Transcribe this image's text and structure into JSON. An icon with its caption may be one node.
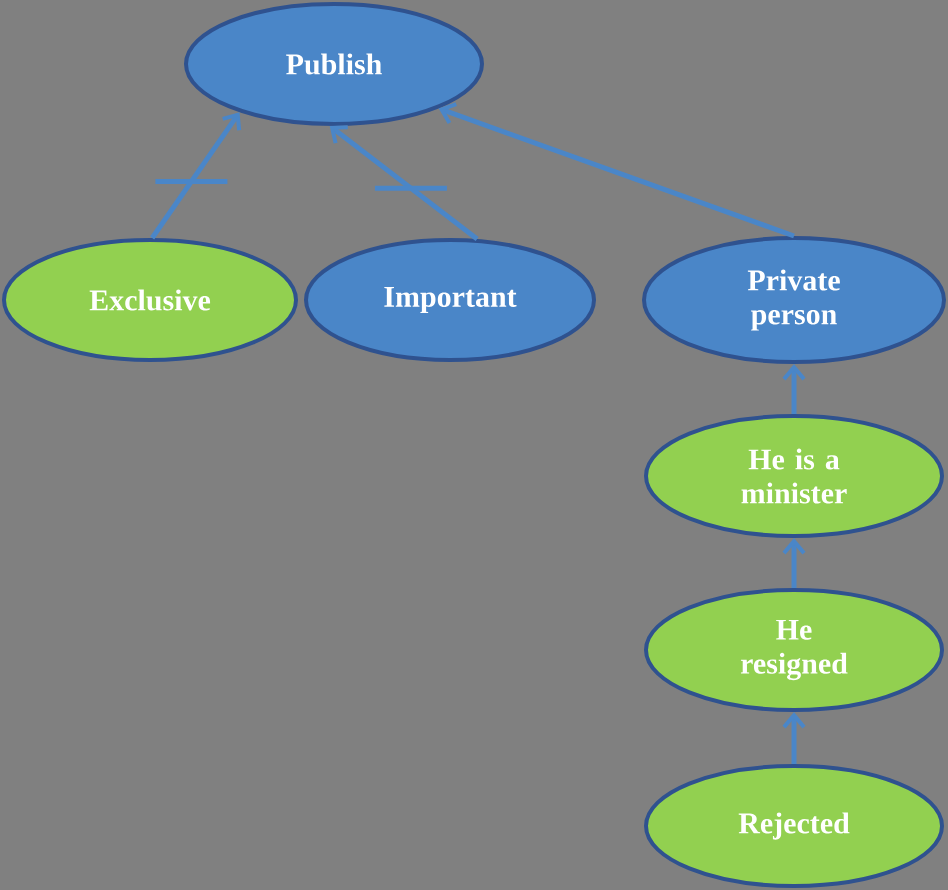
{
  "diagram": {
    "nodes": [
      {
        "text": [
          "Publish"
        ]
      },
      {
        "text": [
          "Exclusive"
        ]
      },
      {
        "text": [
          "Important"
        ]
      },
      {
        "text": [
          "Private person"
        ]
      },
      {
        "text": [
          "He is a minister"
        ]
      },
      {
        "text": [
          "He resigned"
        ]
      },
      {
        "text": [
          "Rejected"
        ]
      }
    ],
    "edges": [
      {
        "from": 1,
        "to": 0,
        "arrow": "to"
      },
      {
        "from": 2,
        "to": 0,
        "arrow": "to"
      },
      {
        "from": 3,
        "to": 0,
        "arrow": "to"
      },
      {
        "from": 4,
        "to": 3,
        "arrow": "to"
      },
      {
        "from": 5,
        "to": 4,
        "arrow": "to"
      },
      {
        "from": 6,
        "to": 5,
        "arrow": "to"
      }
    ]
  }
}
